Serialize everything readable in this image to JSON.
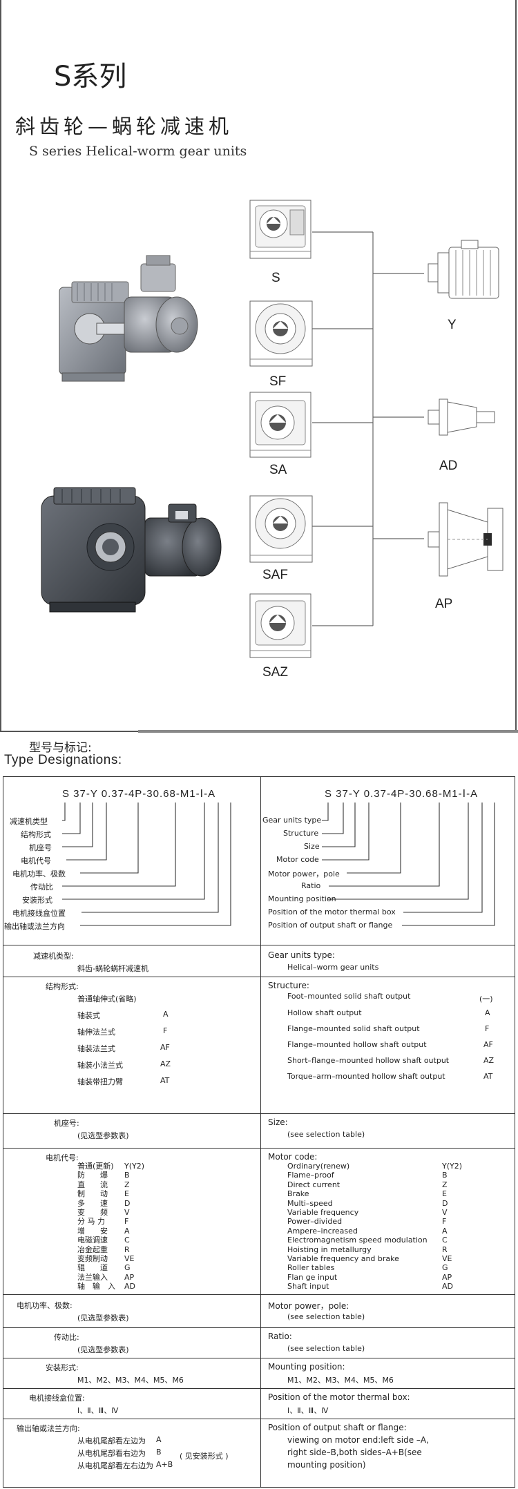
{
  "header": {
    "series": "S系列",
    "title_cn": "斜齿轮—蜗轮减速机",
    "title_en": "S series Helical-worm gear units"
  },
  "diagram": {
    "mount_labels": [
      "S",
      "SF",
      "SA",
      "SAF",
      "SAZ"
    ],
    "input_labels": [
      "Y",
      "AD",
      "AP"
    ]
  },
  "designation": {
    "title_cn": "型号与标记:",
    "title_en": "Type Designations:",
    "code_cn": "S  37-Y 0.37-4P-30.68-M1-Ⅰ-A",
    "code_en": "S  37-Y 0.37-4P-30.68-M1-Ⅰ-A",
    "left_labels": [
      "减速机类型",
      "结构形式",
      "机座号",
      "电机代号",
      "电机功率、极数",
      "传动比",
      "安装形式",
      "电机接线盒位置",
      "输出轴或法兰方向"
    ],
    "right_labels": [
      "Gear units type",
      "Structure",
      "Size",
      "Motor code",
      "Motor power，pole",
      "Ratio",
      "Mounting position",
      "Position of the  motor thermal box",
      "Position of output shaft or flange"
    ]
  },
  "sections": {
    "gear_type": {
      "cn_head": "减速机类型:",
      "cn_val": "斜齿-蜗轮蜗杆减速机",
      "en_head": "Gear units type:",
      "en_val": "Helical–worm gear units"
    },
    "structure": {
      "cn_head": "结构形式:",
      "cn_items": [
        {
          "name": "普通轴伸式(省略)",
          "code": ""
        },
        {
          "name": "轴装式",
          "code": "A"
        },
        {
          "name": "轴伸法兰式",
          "code": "F"
        },
        {
          "name": "轴装法兰式",
          "code": "AF"
        },
        {
          "name": "轴装小法兰式",
          "code": "AZ"
        },
        {
          "name": "轴装带扭力臂",
          "code": "AT"
        }
      ],
      "en_head": "Structure:",
      "en_items": [
        {
          "name": "Foot–mounted solid shaft output",
          "code": "(一)"
        },
        {
          "name": "Hollow shaft output",
          "code": "A"
        },
        {
          "name": "Flange–mounted solid shaft output",
          "code": "F"
        },
        {
          "name": "Flange–mounted hollow shaft output",
          "code": "AF"
        },
        {
          "name": "Short–flange–mounted hollow shaft output",
          "code": "AZ"
        },
        {
          "name": "Torque–arm–mounted hollow shaft output",
          "code": "AT"
        }
      ]
    },
    "size": {
      "cn_head": "机座号:",
      "cn_val": "(见选型参数表)",
      "en_head": "Size:",
      "en_val": "(see selection table)"
    },
    "motor_code": {
      "cn_head": "电机代号:",
      "cn_items": [
        {
          "name": "普通(更新)",
          "code": "Y(Y2)"
        },
        {
          "name": "防　　爆",
          "code": "B"
        },
        {
          "name": "直　　流",
          "code": "Z"
        },
        {
          "name": "制　　动",
          "code": "E"
        },
        {
          "name": "多　　速",
          "code": "D"
        },
        {
          "name": "变　　频",
          "code": "V"
        },
        {
          "name": "分 马 力",
          "code": "F"
        },
        {
          "name": "增　　安",
          "code": "A"
        },
        {
          "name": "电磁调速",
          "code": "C"
        },
        {
          "name": "冶金起重",
          "code": "R"
        },
        {
          "name": "变频制动",
          "code": "VE"
        },
        {
          "name": "辊　　道",
          "code": "G"
        },
        {
          "name": "法兰输入",
          "code": "AP"
        },
        {
          "name": "轴　输　入",
          "code": "AD"
        }
      ],
      "en_head": "Motor code:",
      "en_items": [
        {
          "name": "Ordinary(renew)",
          "code": "Y(Y2)"
        },
        {
          "name": "Flame–proof",
          "code": "B"
        },
        {
          "name": "Direct current",
          "code": "Z"
        },
        {
          "name": "Brake",
          "code": "E"
        },
        {
          "name": "Multi–speed",
          "code": "D"
        },
        {
          "name": "Variable frequency",
          "code": "V"
        },
        {
          "name": "Power–divided",
          "code": "F"
        },
        {
          "name": "Ampere–increased",
          "code": "A"
        },
        {
          "name": "Electromagnetism speed modulation",
          "code": "C"
        },
        {
          "name": "Hoisting in metallurgy",
          "code": "R"
        },
        {
          "name": "Variable frequency and brake",
          "code": "VE"
        },
        {
          "name": "Roller tables",
          "code": "G"
        },
        {
          "name": "Flan ge input",
          "code": "AP"
        },
        {
          "name": "Shaft input",
          "code": "AD"
        }
      ]
    },
    "motor_power": {
      "cn_head": "电机功率、极数:",
      "cn_val": "(见选型参数表)",
      "en_head": "Motor power，pole:",
      "en_val": "(see selection table)"
    },
    "ratio": {
      "cn_head": "传动比:",
      "cn_val": "(见选型参数表)",
      "en_head": "Ratio:",
      "en_val": "(see  selection table)"
    },
    "mounting": {
      "cn_head": "安装形式:",
      "cn_val": "M1、M2、M3、M4、M5、M6",
      "en_head": "Mounting position:",
      "en_val": "M1、M2、M3、M4、M5、M6"
    },
    "thermal_box": {
      "cn_head": "电机接线盒位置:",
      "cn_val": "Ⅰ、Ⅱ、Ⅲ、Ⅳ",
      "en_head": "Position of the motor thermal box:",
      "en_val": "Ⅰ、Ⅱ、Ⅲ、Ⅳ"
    },
    "output_dir": {
      "cn_head": "输出轴或法兰方向:",
      "cn_items": [
        {
          "name": "从电机尾部看左边为",
          "code": "A"
        },
        {
          "name": "从电机尾部看右边为",
          "code": "B"
        },
        {
          "name": "从电机尾部看左右边为",
          "code": "A+B"
        }
      ],
      "cn_note": "( 见安装形式 )",
      "en_head": "Position of output shaft or flange:",
      "en_lines": [
        "viewing on motor end:left side –A,",
        "right side–B,both sides–A+B(see",
        "mounting position)"
      ]
    }
  }
}
